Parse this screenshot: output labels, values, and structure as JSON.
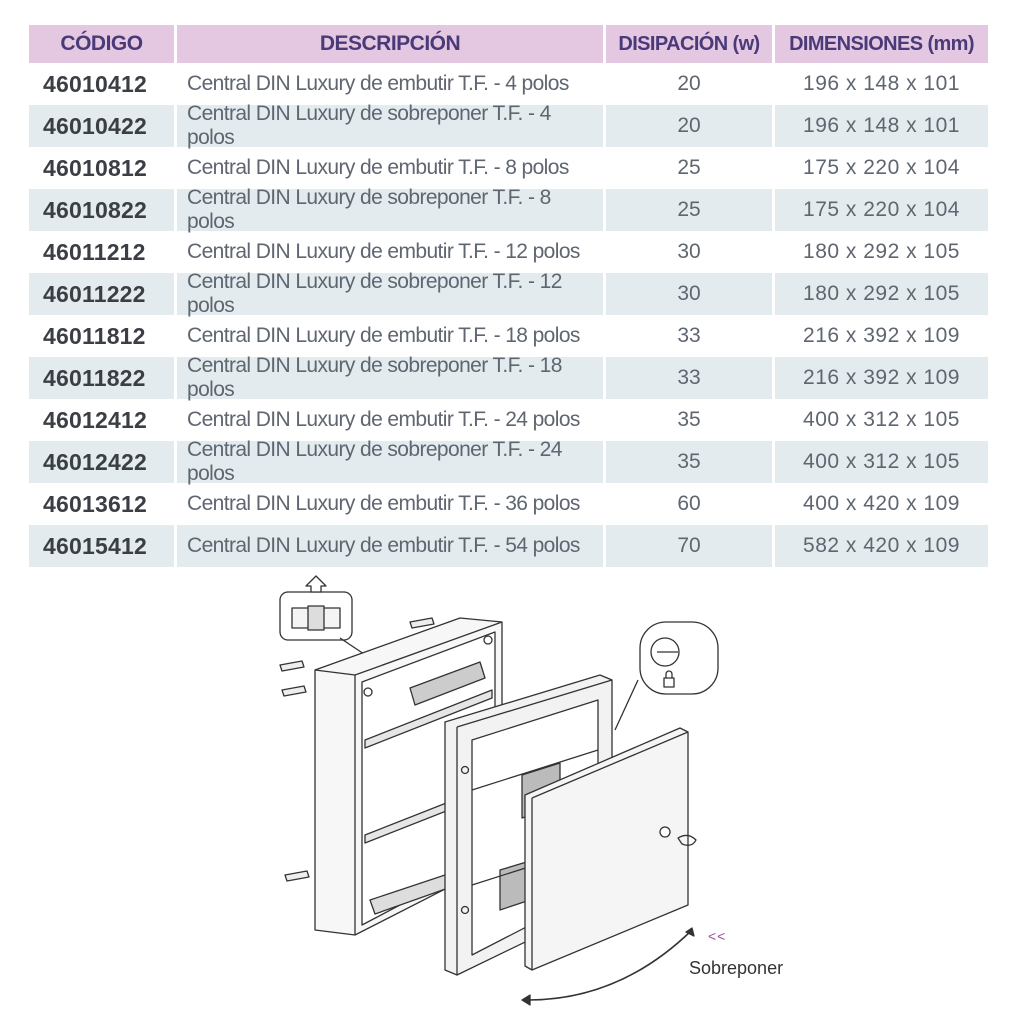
{
  "table": {
    "headers": [
      "CÓDIGO",
      "DESCRIPCIÓN",
      "DISIPACIÓN (w)",
      "DIMENSIONES (mm)"
    ],
    "rows": [
      {
        "code": "46010412",
        "desc": "Central DIN Luxury de embutir T.F. - 4 polos",
        "dis": "20",
        "dim": "196 x 148 x 101"
      },
      {
        "code": "46010422",
        "desc": "Central DIN Luxury de sobreponer T.F. - 4 polos",
        "dis": "20",
        "dim": "196 x 148 x 101"
      },
      {
        "code": "46010812",
        "desc": "Central DIN Luxury de embutir T.F. - 8 polos",
        "dis": "25",
        "dim": "175 x 220 x 104"
      },
      {
        "code": "46010822",
        "desc": "Central DIN Luxury de sobreponer T.F. - 8 polos",
        "dis": "25",
        "dim": "175 x 220 x 104"
      },
      {
        "code": "46011212",
        "desc": "Central DIN Luxury de embutir T.F. - 12 polos",
        "dis": "30",
        "dim": "180 x 292 x 105"
      },
      {
        "code": "46011222",
        "desc": "Central DIN Luxury de sobreponer T.F. - 12 polos",
        "dis": "30",
        "dim": "180 x 292 x 105"
      },
      {
        "code": "46011812",
        "desc": "Central DIN Luxury de embutir T.F. - 18 polos",
        "dis": "33",
        "dim": "216 x 392 x 109"
      },
      {
        "code": "46011822",
        "desc": "Central DIN Luxury de sobreponer T.F. - 18 polos",
        "dis": "33",
        "dim": "216 x 392 x 109"
      },
      {
        "code": "46012412",
        "desc": "Central DIN Luxury de embutir T.F. - 24 polos",
        "dis": "35",
        "dim": "400 x 312 x 105"
      },
      {
        "code": "46012422",
        "desc": "Central DIN Luxury de sobreponer T.F. - 24 polos",
        "dis": "35",
        "dim": "400 x 312 x 105"
      },
      {
        "code": "46013612",
        "desc": "Central DIN Luxury de embutir T.F. - 36 polos",
        "dis": "60",
        "dim": "400 x 420 x 109"
      },
      {
        "code": "46015412",
        "desc": "Central DIN Luxury de embutir T.F. - 54 polos",
        "dis": "70",
        "dim": "582 x 420 x 109"
      }
    ]
  },
  "drawing": {
    "caption": "Sobreponer",
    "arrow_mark": "<<"
  },
  "colors": {
    "header_bg": "#e4c8e2",
    "header_text": "#4a3a78",
    "alt_row_bg": "#e3ebef",
    "accent": "#9b4fa0"
  }
}
